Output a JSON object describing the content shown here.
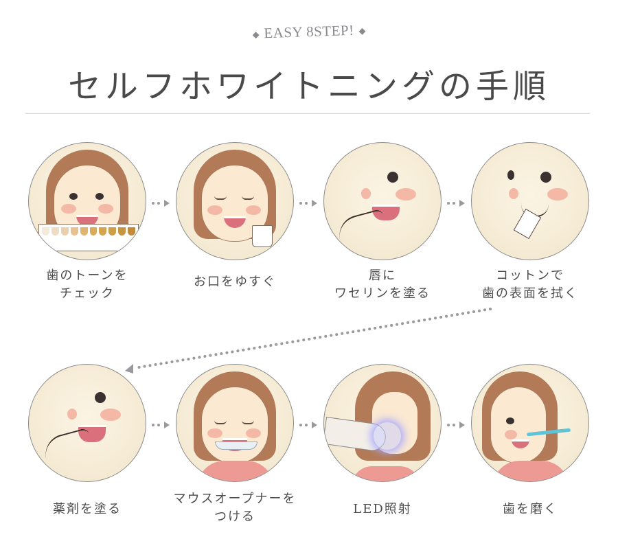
{
  "header": {
    "eyebrow": "EASY 8STEP!",
    "title": "セルフホワイトニングの手順"
  },
  "steps": [
    {
      "line1": "歯のトーンを",
      "line2": "チェック",
      "illustration": "woman-holding-tooth-shade-chart"
    },
    {
      "line1": "お口をゆすぐ",
      "line2": "",
      "illustration": "woman-rinsing-mouth-with-cup"
    },
    {
      "line1": "唇に",
      "line2": "ワセリンを塗る",
      "illustration": "woman-applying-vaseline-to-lips"
    },
    {
      "line1": "コットンで",
      "line2": "歯の表面を拭く",
      "illustration": "woman-wiping-teeth-with-cotton"
    },
    {
      "line1": "薬剤を塗る",
      "line2": "",
      "illustration": "woman-applying-whitening-gel"
    },
    {
      "line1": "マウスオープナーを",
      "line2": "つける",
      "illustration": "woman-wearing-mouth-opener"
    },
    {
      "line1": "LED照射",
      "line2": "",
      "illustration": "woman-under-led-light"
    },
    {
      "line1": "歯を磨く",
      "line2": "",
      "illustration": "woman-brushing-teeth"
    }
  ],
  "colors": {
    "text": "#4c4c4c",
    "accent_gray": "#8a8a8f",
    "circle_border": "#8c8c8c",
    "skin": "#fbe9d2",
    "hair": "#b27a56",
    "cheek": "#f4b8a6"
  }
}
